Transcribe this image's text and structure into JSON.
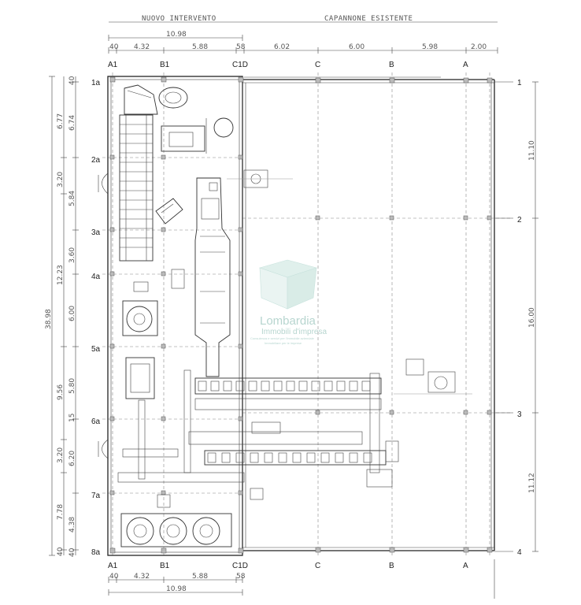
{
  "sections": {
    "new": "NUOVO INTERVENTO",
    "existing": "CAPANNONE ESISTENTE"
  },
  "top_dims": {
    "total": "10.98",
    "spans": [
      "40",
      "4.32",
      "5.88",
      "58",
      "6.02",
      "6.00",
      "5.98",
      "2.00"
    ]
  },
  "bottom_dims": {
    "total": "10.98",
    "spans": [
      "40",
      "4.32",
      "5.88",
      "58"
    ]
  },
  "col_labels": [
    "A1",
    "B1",
    "C1D",
    "C",
    "B",
    "A"
  ],
  "row_labels_left": [
    "1a",
    "2a",
    "3a",
    "4a",
    "5a",
    "6a",
    "7a",
    "8a"
  ],
  "row_labels_right": [
    "1",
    "2",
    "3",
    "4"
  ],
  "left_dims_outer": [
    "38.98"
  ],
  "left_dims_mid": [
    "6.77",
    "3.20",
    "12.23",
    "9.56",
    "3.20",
    "7.78",
    "40"
  ],
  "left_dims_inner": [
    "40",
    "6.74",
    "5.84",
    "3.60",
    "6.00",
    "5.80",
    "15",
    "6.20",
    "4.38",
    "40"
  ],
  "right_dims": [
    "11.10",
    "16.00",
    "11.12"
  ],
  "watermark": {
    "brand": "Lombardia",
    "sub": "Immobili d'impresa",
    "tag1": "Consulenza e servizi per l'immobile aziendale",
    "tag2": "Immobiliare per le imprese"
  },
  "colors": {
    "line": "#333333",
    "watermark": "#9fc8c0"
  }
}
